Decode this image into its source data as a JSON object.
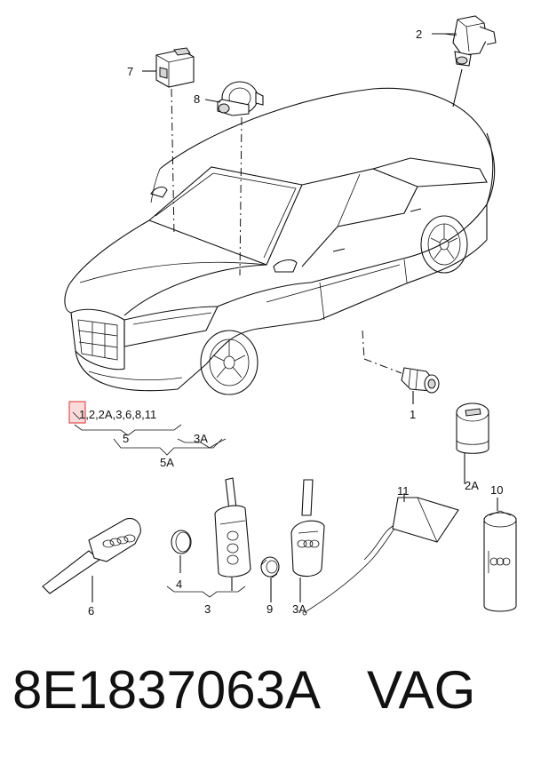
{
  "labels": {
    "l1": "1",
    "l2": "2",
    "l2a": "2A",
    "l3": "3",
    "l3a": "3A",
    "l4": "4",
    "l5": "5",
    "l5a": "5A",
    "l6": "6",
    "l7": "7",
    "l8": "8",
    "l9": "9",
    "l10": "10",
    "l11": "11",
    "group": "1,2,2A,3,6,8,11",
    "bracket_5": "5",
    "bracket_3a": "3A",
    "bracket_5a": "5A"
  },
  "footer": {
    "part_number": "8E1837063A",
    "brand": "VAG"
  },
  "colors": {
    "ink": "#111111",
    "highlight": "#e05050",
    "highlight_fill": "#fbdada"
  }
}
